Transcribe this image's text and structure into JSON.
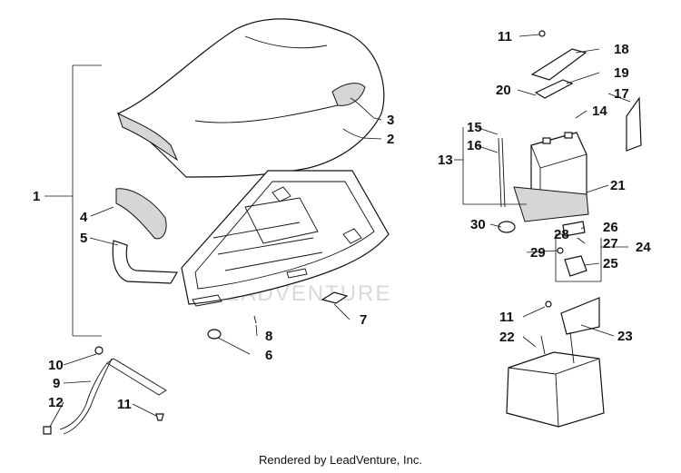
{
  "watermark": "LEADVENTURE",
  "credit": "Rendered by LeadVenture, Inc.",
  "callouts": [
    "1",
    "2",
    "3",
    "4",
    "5",
    "6",
    "7",
    "8",
    "9",
    "10",
    "11",
    "11",
    "11",
    "12",
    "13",
    "14",
    "15",
    "16",
    "17",
    "18",
    "19",
    "20",
    "21",
    "22",
    "23",
    "24",
    "25",
    "26",
    "27",
    "28",
    "29",
    "30"
  ]
}
